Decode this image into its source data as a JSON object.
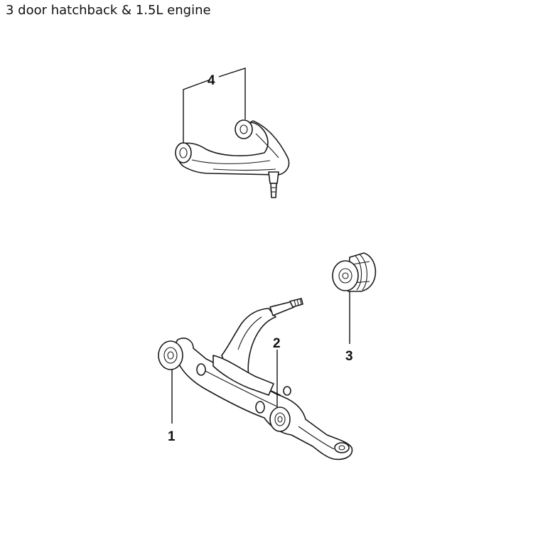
{
  "header": {
    "title": "3 door hatchback & 1.5L engine"
  },
  "callouts": [
    {
      "id": "1"
    },
    {
      "id": "2"
    },
    {
      "id": "3"
    },
    {
      "id": "4"
    }
  ]
}
